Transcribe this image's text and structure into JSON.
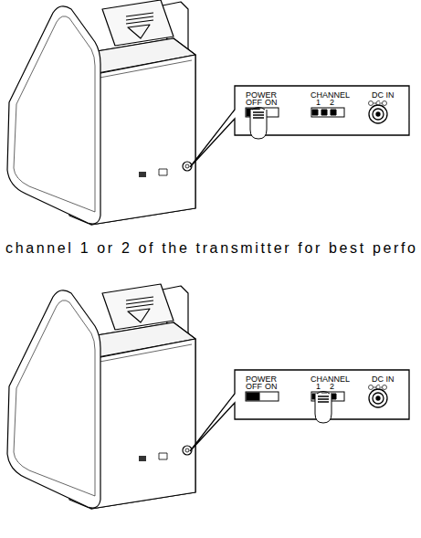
{
  "diagram": {
    "labels": [
      "POWER",
      "OFF",
      "ON",
      "CHANNEL",
      "1",
      "2",
      "DC IN",
      "channel 1 or 2 of the transmitter for best perfo",
      "POWER",
      "OFF",
      "ON",
      "CHANNEL",
      "1",
      "2",
      "DC IN"
    ]
  }
}
